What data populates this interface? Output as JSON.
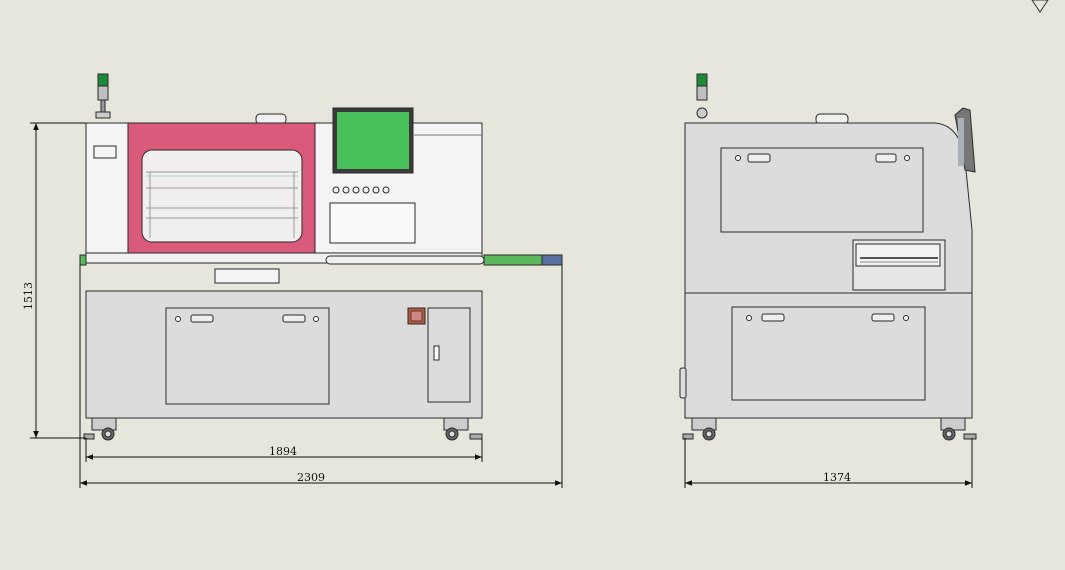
{
  "drawing": {
    "front_view": {
      "height_dim": "1513",
      "width_dim": "1894",
      "overall_width_dim": "2309"
    },
    "side_view": {
      "depth_dim": "1374"
    }
  },
  "colors": {
    "background": "#e6e6dc",
    "body_fill": "#dcdcdc",
    "top_fill": "#f2f2f2",
    "outline": "#2a2a2a",
    "pink_cover": "#d95a7a",
    "screen_green": "#48c05a",
    "light_green": "#1d8a3a",
    "conveyor_green": "#5cb85c"
  }
}
